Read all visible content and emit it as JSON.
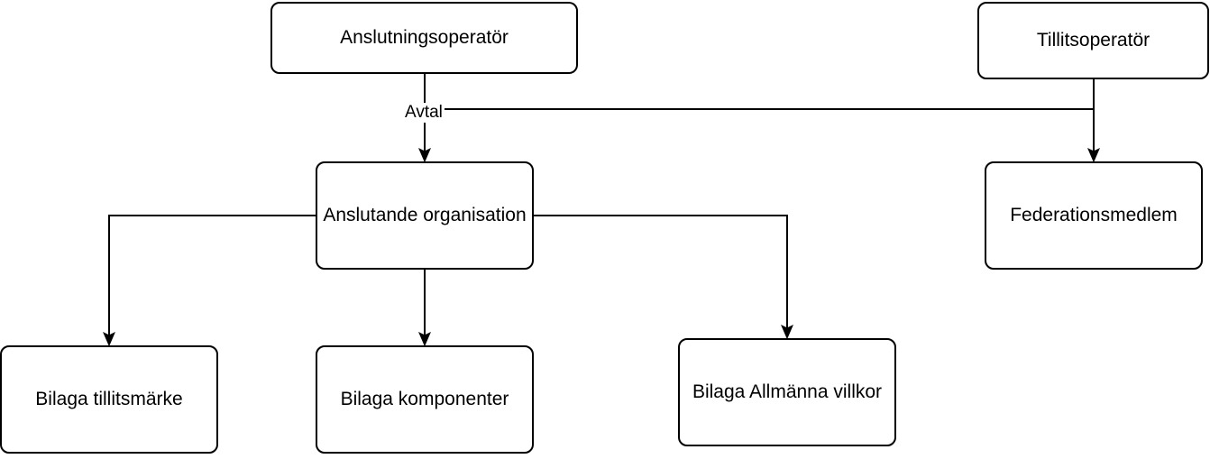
{
  "nodes": {
    "anslutningsoperator": "Anslutningsoperatör",
    "tillitsoperator": "Tillitsoperatör",
    "anslutande_organisation": "Anslutande organisation",
    "federationsmedlem": "Federationsmedlem",
    "bilaga_tillitsmarke": "Bilaga tillitsmärke",
    "bilaga_komponenter": "Bilaga komponenter",
    "bilaga_allmanna_villkor": "Bilaga Allmänna villkor"
  },
  "edges": {
    "avtal_label": "Avtal"
  },
  "colors": {
    "stroke": "#000000",
    "fill": "#ffffff"
  }
}
